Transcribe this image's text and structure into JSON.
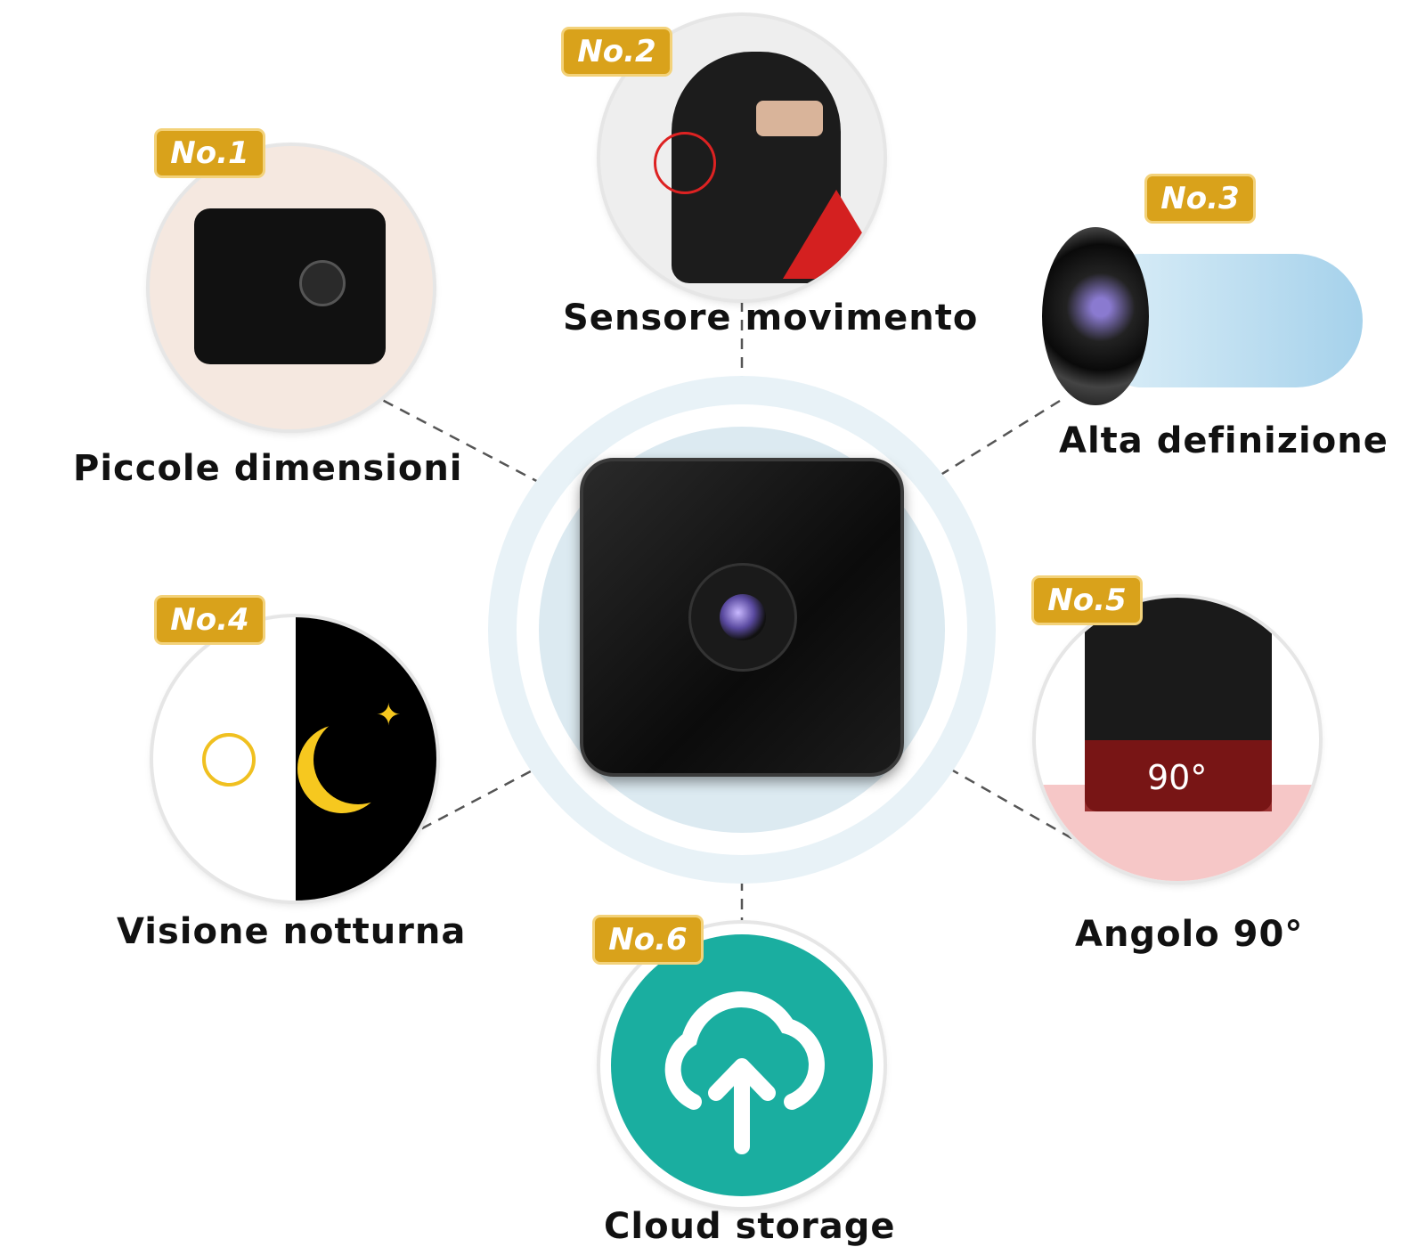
{
  "features": [
    {
      "badge": "No.1",
      "label": "Piccole dimensioni"
    },
    {
      "badge": "No.2",
      "label": "Sensore movimento"
    },
    {
      "badge": "No.3",
      "label": "Alta definizione"
    },
    {
      "badge": "No.4",
      "label": "Visione notturna"
    },
    {
      "badge": "No.5",
      "label": "Angolo 90°"
    },
    {
      "badge": "No.6",
      "label": "Cloud storage"
    }
  ],
  "angle_overlay": "90°",
  "colors": {
    "badge": "#d9a21b",
    "cloud": "#1aaea0",
    "ring": "#dfeef4"
  }
}
